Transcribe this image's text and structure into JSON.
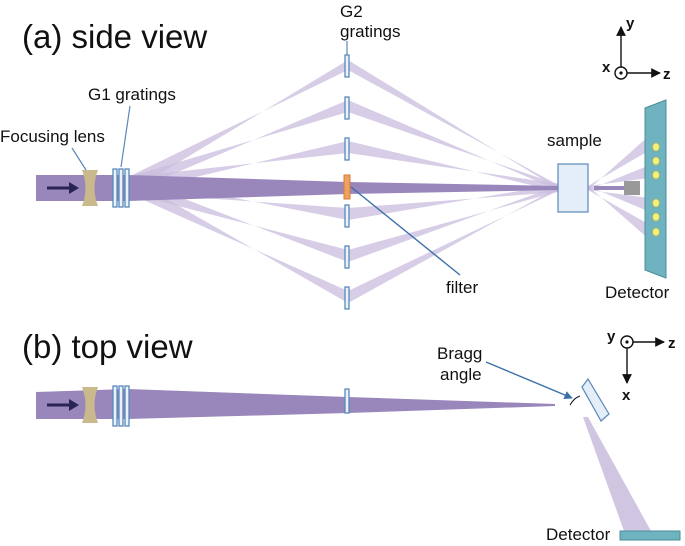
{
  "panels": {
    "a": {
      "title": "(a)  side view"
    },
    "b": {
      "title": "(b)  top view"
    }
  },
  "labels": {
    "focusing_lens": "Focusing lens",
    "g1": "G1 gratings",
    "g2_line1": "G2",
    "g2_line2": "gratings",
    "sample": "sample",
    "filter": "filter",
    "detector_a": "Detector",
    "bragg_line1": "Bragg",
    "bragg_line2": "angle",
    "detector_b": "Detector"
  },
  "axes_a": {
    "up": "y",
    "out": "x",
    "right": "z"
  },
  "axes_b": {
    "out": "y",
    "right": "z",
    "down": "x"
  },
  "colors": {
    "beam": "#9b88bc",
    "beam_light": "#d9d0e8",
    "lens": "#c9b98c",
    "grating_stroke": "#5b88b8",
    "grating_fill": "#eaf3fb",
    "filter": "#f0a060",
    "detector": "#6fb3c0",
    "spot": "#f0f07a",
    "arrow": "#2a2550"
  }
}
